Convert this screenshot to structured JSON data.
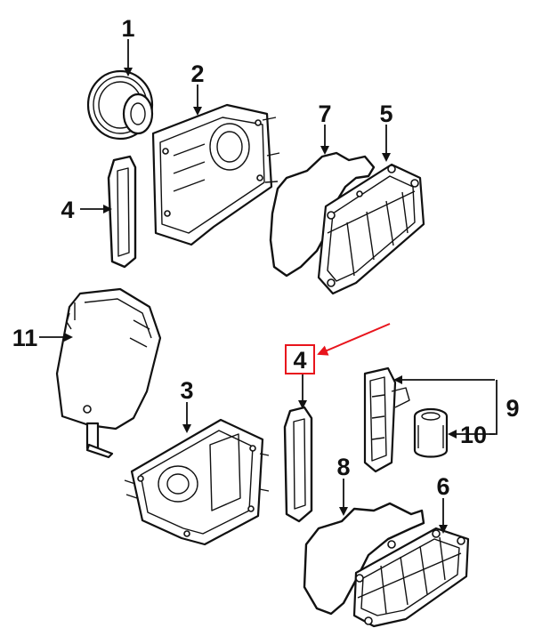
{
  "callouts": [
    {
      "id": "c1",
      "label": "1"
    },
    {
      "id": "c2",
      "label": "2"
    },
    {
      "id": "c7",
      "label": "7"
    },
    {
      "id": "c5",
      "label": "5"
    },
    {
      "id": "c4a",
      "label": "4"
    },
    {
      "id": "c11",
      "label": "11"
    },
    {
      "id": "c3",
      "label": "3"
    },
    {
      "id": "c4b",
      "label": "4"
    },
    {
      "id": "c9",
      "label": "9"
    },
    {
      "id": "c10",
      "label": "10"
    },
    {
      "id": "c8",
      "label": "8"
    },
    {
      "id": "c6",
      "label": "6"
    }
  ],
  "highlight": {
    "color": "#e8141c",
    "target": "c4b"
  }
}
